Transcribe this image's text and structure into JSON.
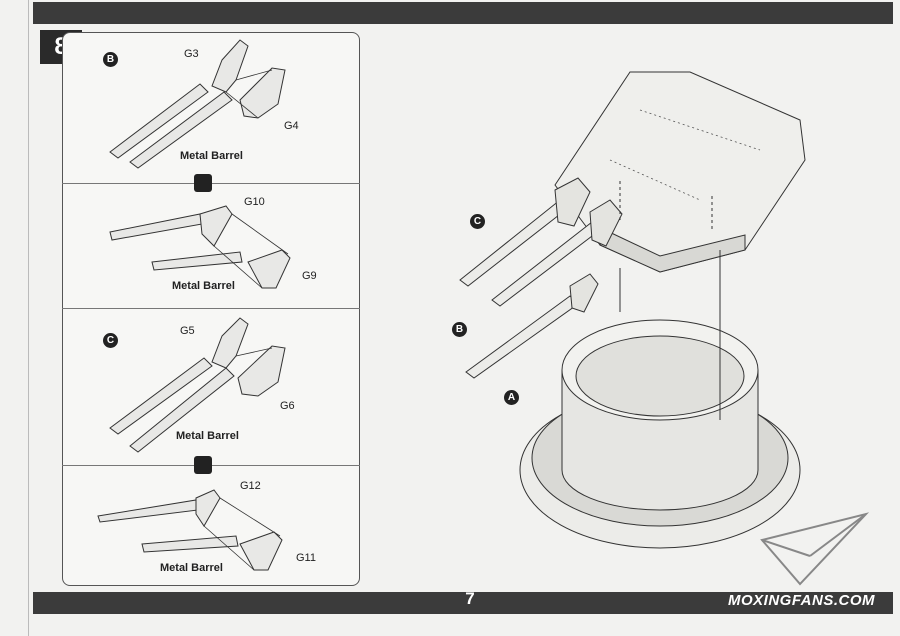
{
  "step": {
    "number": "8"
  },
  "page": {
    "number": "7",
    "watermark": "MOXINGFANS.COM"
  },
  "panels": [
    {
      "option": "B",
      "parts": [
        "G3",
        "G4"
      ],
      "barrel_label": "Metal Barrel"
    },
    {
      "parts": [
        "G10",
        "G9"
      ],
      "barrel_label": "Metal Barrel"
    },
    {
      "option": "C",
      "parts": [
        "G5",
        "G6"
      ],
      "barrel_label": "Metal Barrel"
    },
    {
      "parts": [
        "G12",
        "G11"
      ],
      "barrel_label": "Metal Barrel"
    }
  ],
  "main_diagram": {
    "callouts": [
      "C",
      "B",
      "A"
    ]
  },
  "colors": {
    "bar": "#3b3b3b",
    "badge": "#2a2a2a",
    "line": "#333333"
  }
}
